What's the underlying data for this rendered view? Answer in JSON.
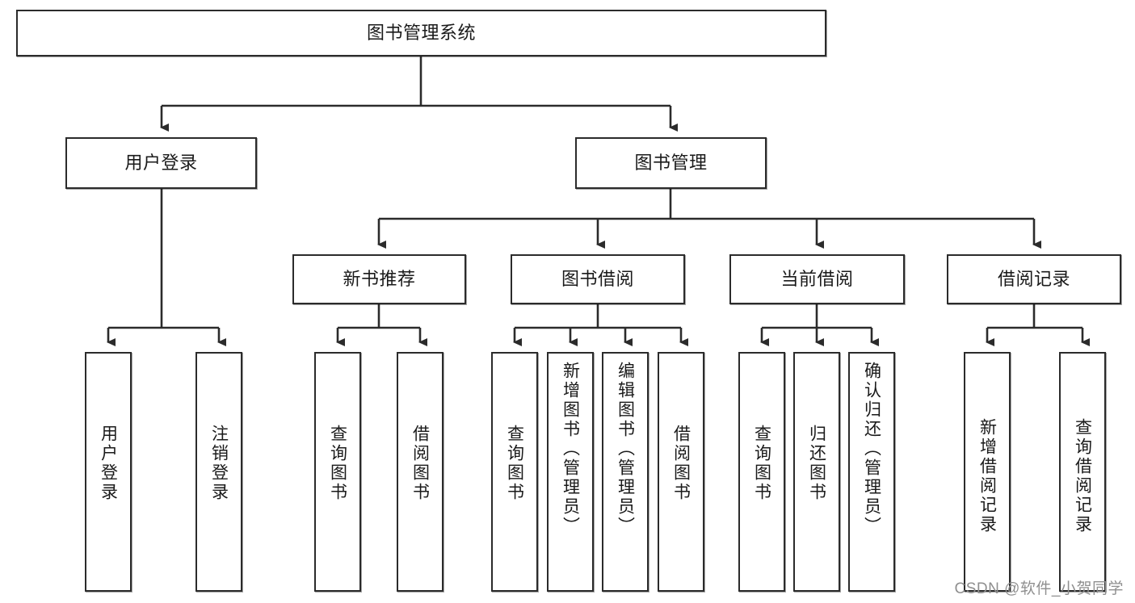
{
  "diagram": {
    "type": "tree-hierarchy-flowchart",
    "title_node": {
      "label": "图书管理系统"
    },
    "level2": [
      {
        "id": "user-login",
        "label": "用户登录"
      },
      {
        "id": "book-management",
        "label": "图书管理"
      }
    ],
    "level3": [
      {
        "id": "new-book-recommend",
        "label": "新书推荐"
      },
      {
        "id": "book-borrow",
        "label": "图书借阅"
      },
      {
        "id": "current-borrow",
        "label": "当前借阅"
      },
      {
        "id": "borrow-record",
        "label": "借阅记录"
      }
    ],
    "leaves": {
      "user_login": [
        {
          "id": "leaf-user-login",
          "label": "用户登录"
        },
        {
          "id": "leaf-logout-login",
          "label": "注销登录"
        }
      ],
      "new_book_recommend": [
        {
          "id": "leaf-query-book-1",
          "label": "查询图书"
        },
        {
          "id": "leaf-borrow-book-1",
          "label": "借阅图书"
        }
      ],
      "book_borrow": [
        {
          "id": "leaf-query-book-2",
          "label": "查询图书"
        },
        {
          "id": "leaf-add-book-admin",
          "label": "新增图书（管理员）"
        },
        {
          "id": "leaf-edit-book-admin",
          "label": "编辑图书（管理员）"
        },
        {
          "id": "leaf-borrow-book-2",
          "label": "借阅图书"
        }
      ],
      "current_borrow": [
        {
          "id": "leaf-query-book-3",
          "label": "查询图书"
        },
        {
          "id": "leaf-return-book",
          "label": "归还图书"
        },
        {
          "id": "leaf-confirm-return-admin",
          "label": "确认归还（管理员）"
        }
      ],
      "borrow_record": [
        {
          "id": "leaf-add-borrow-record",
          "label": "新增借阅记录"
        },
        {
          "id": "leaf-query-borrow-record",
          "label": "查询借阅记录"
        }
      ]
    }
  },
  "watermark": {
    "text": "CSDN @软件_小贺同学"
  },
  "colors": {
    "node_border": "#2b2b2b",
    "node_fill": "#ffffff",
    "edge": "#2b2b2b",
    "text": "#1a1a1a",
    "watermark": "#8f8f8f",
    "background": "#ffffff"
  }
}
